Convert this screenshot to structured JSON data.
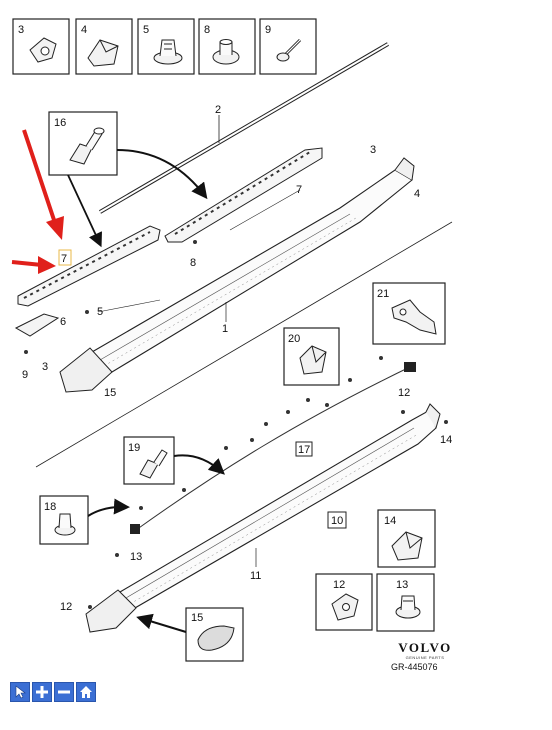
{
  "diagram": {
    "header_boxes": [
      {
        "num": "3",
        "part": "clip-3"
      },
      {
        "num": "4",
        "part": "clip-4"
      },
      {
        "num": "5",
        "part": "push-clip-5"
      },
      {
        "num": "8",
        "part": "push-clip-8"
      },
      {
        "num": "9",
        "part": "screw-9"
      }
    ],
    "detail_boxes": [
      {
        "num": "16",
        "part": "push-rivet-16"
      },
      {
        "num": "21",
        "part": "bracket-21"
      },
      {
        "num": "20",
        "part": "clip-20"
      },
      {
        "num": "19",
        "part": "push-rivet-19"
      },
      {
        "num": "18",
        "part": "push-clip-18"
      },
      {
        "num": "14",
        "part": "clip-14"
      },
      {
        "num": "12",
        "part": "clip-12"
      },
      {
        "num": "13",
        "part": "push-clip-13"
      },
      {
        "num": "15",
        "part": "pad-15"
      }
    ],
    "callouts": {
      "c1": "1",
      "c2": "2",
      "c3a": "3",
      "c3b": "3",
      "c4": "4",
      "c5": "5",
      "c6": "6",
      "c7a": "7",
      "c7b": "7",
      "c8": "8",
      "c9": "9",
      "c10": "10",
      "c11": "11",
      "c12a": "12",
      "c12b": "12",
      "c13": "13",
      "c14": "14",
      "c15": "15",
      "c17": "17"
    },
    "highlight_color": "#e8b84a",
    "arrow_color": "#e0201b"
  },
  "brand": {
    "name": "VOLVO",
    "subtitle": "GENUINE PARTS"
  },
  "figure_ref": "GR-445076",
  "toolbar": {
    "buttons": [
      {
        "name": "select-tool-button",
        "icon": "cursor-icon"
      },
      {
        "name": "zoom-in-button",
        "icon": "plus-icon"
      },
      {
        "name": "zoom-out-button",
        "icon": "minus-icon"
      },
      {
        "name": "home-button",
        "icon": "home-icon"
      }
    ]
  }
}
